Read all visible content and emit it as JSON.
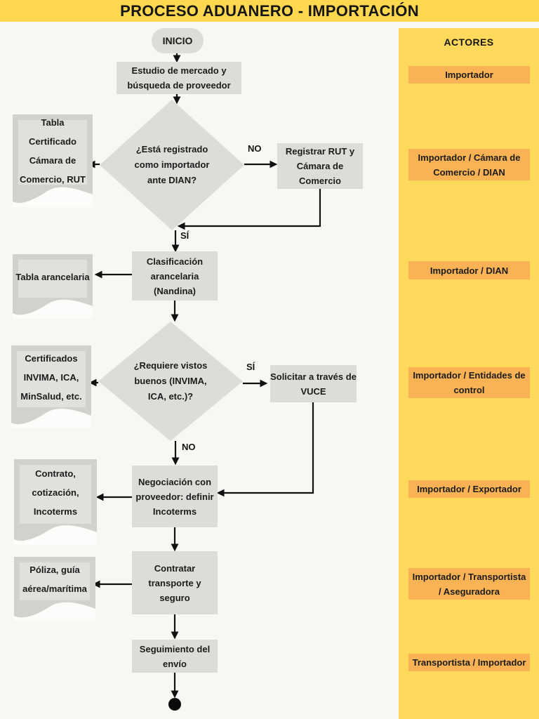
{
  "title": "PROCESO ADUANERO - IMPORTACIÓN",
  "colors": {
    "title_bar_yellow": "#FFD84F",
    "panel_yellow": "#FFD95C",
    "actor_orange": "#F9B254",
    "node_gray": "#DCDCD9",
    "document_gray": "#D2D2CD",
    "document_inner_gray": "#E0E0DD",
    "background": "#F8F7F3",
    "text": "#1B1B1B"
  },
  "flow": {
    "start": "INICIO",
    "estudio": "Estudio de mercado y\nbúsqueda de proveedor",
    "decision_registro": "¿Está registrado\ncomo importador\nante DIAN?",
    "doc_rut": "Tabla\nCertificado\nCámara de\nComercio, RUT",
    "registrar": "Registrar RUT y\nCámara de\nComercio",
    "clasificacion": "Clasificación\narancelaria\n(Nandina)",
    "doc_arancel": "Tabla arancelaria",
    "decision_vistos": "¿Requiere vistos\nbuenos (INVIMA,\nICA, etc.)?",
    "doc_certificados": "Certificados\nINVIMA, ICA,\nMinSalud, etc.",
    "vuce": "Solicitar a través de\nVUCE",
    "negociacion": "Negociación con\nproveedor: definir\nIncoterms",
    "doc_contrato": "Contrato,\ncotización,\nIncoterms",
    "transporte": "Contratar\ntransporte y seguro",
    "doc_poliza": "Póliza, guía\naérea/marítima",
    "seguimiento": "Seguimiento del\nenvío",
    "labels": {
      "no_registrado": "NO",
      "si_registrado": "SÍ",
      "si_vistos": "SÍ",
      "no_vistos": "NO"
    }
  },
  "actors_panel": {
    "header": "ACTORES",
    "items": [
      "Importador",
      "Importador / Cámara de\nComercio / DIAN",
      "Importador / DIAN",
      "Importador / Entidades de\ncontrol",
      "Importador / Exportador",
      "Importador / Transportista\n/ Aseguradora",
      "Transportista / Importador"
    ]
  }
}
